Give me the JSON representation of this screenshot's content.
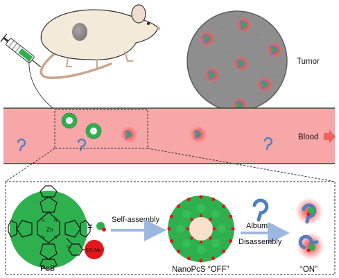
{
  "labels": {
    "tumor": "Tumor",
    "blood": "Blood",
    "pcs": "PcS",
    "self_assembly": "Self-assembly",
    "nanopcs_off": "NanoPcS “OFF”",
    "albumin": "Albumin",
    "disassembly": "Disassembly",
    "on": "“ON”",
    "so3na": "SO₃Na",
    "equals": "="
  },
  "colors": {
    "vessel": "#f7a7a7",
    "vessel_edge": "#2f4d2a",
    "tumor_disc": "#8e8e8e",
    "pcs_green": "#2fb04f",
    "pcs_red": "#e3171b",
    "albumin_blue": "#4f7fbf",
    "arrow_blue": "#9db7e0",
    "blood_arrow": "#f0645f"
  }
}
